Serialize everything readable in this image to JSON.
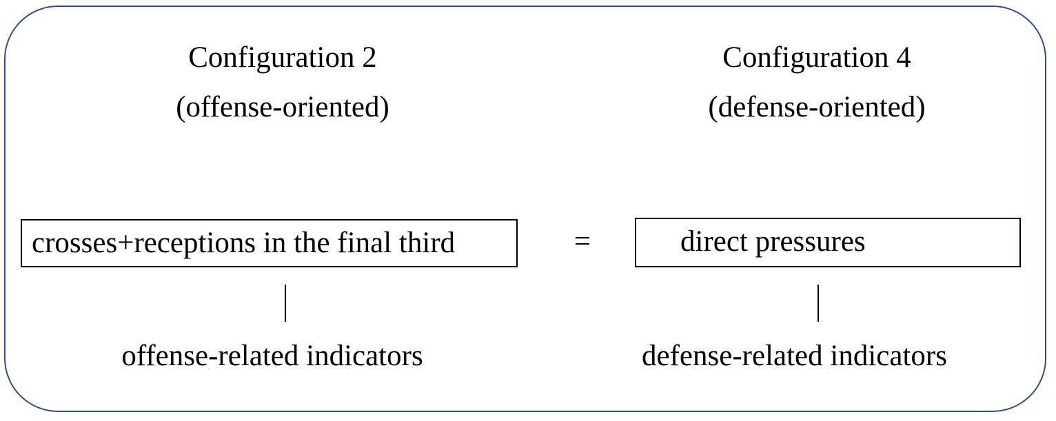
{
  "left": {
    "title": "Configuration 2",
    "subtitle": "(offense-oriented)",
    "box_text": "crosses+receptions in the final third",
    "indicator": "offense-related indicators"
  },
  "relation": "=",
  "right": {
    "title": "Configuration 4",
    "subtitle": "(defense-oriented)",
    "box_text": "direct pressures",
    "indicator": "defense-related indicators"
  },
  "colors": {
    "frame_border": "#2f4d8f",
    "text": "#000000",
    "box_border": "#000000"
  }
}
